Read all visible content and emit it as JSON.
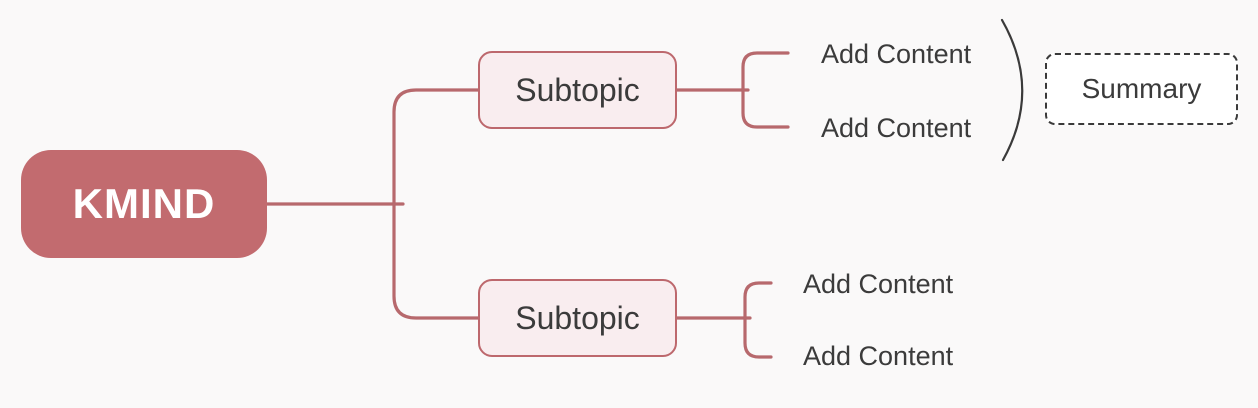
{
  "colors": {
    "background": "#faf9f9",
    "accent": "#c26b6f",
    "line": "#b7696d",
    "subtopic_fill": "#f9edef",
    "subtopic_border": "#bd686d",
    "text_dark": "#3b3b3b",
    "root_text": "#ffffff",
    "summary_border": "#3a3a3a",
    "summary_fill": "#ffffff"
  },
  "mindmap": {
    "root": {
      "label": "KMIND"
    },
    "branches": [
      {
        "label": "Subtopic",
        "children": [
          {
            "label": "Add Content"
          },
          {
            "label": "Add Content"
          }
        ]
      },
      {
        "label": "Subtopic",
        "children": [
          {
            "label": "Add Content"
          },
          {
            "label": "Add Content"
          }
        ]
      }
    ],
    "summary": {
      "label": "Summary"
    }
  }
}
